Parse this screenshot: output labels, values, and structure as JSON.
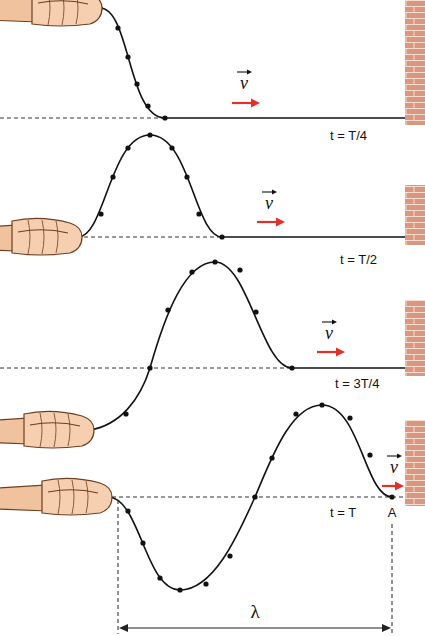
{
  "diagram": {
    "labels": [
      "v",
      "t = T/4",
      "v",
      "t = T/2",
      "v",
      "t = 3T/4",
      "v",
      "t = T",
      "A",
      "λ"
    ]
  }
}
